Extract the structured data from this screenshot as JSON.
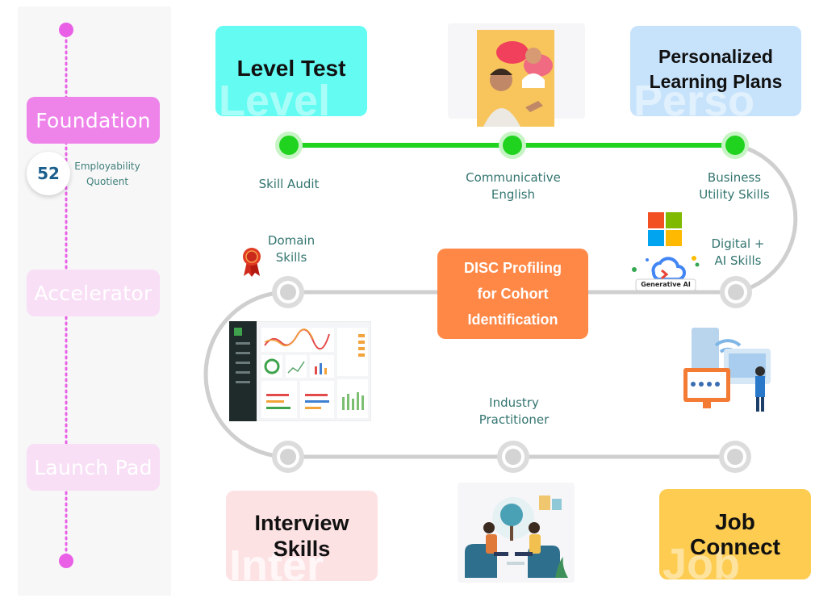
{
  "stages": {
    "foundation": "Foundation",
    "accelerator": "Accelerator",
    "launch_pad": "Launch Pad"
  },
  "eq": {
    "score": "52",
    "label_line1": "Employability",
    "label_line2": "Quotient"
  },
  "cards": {
    "level_test": {
      "title": "Level Test",
      "ghost": "Level"
    },
    "personalized": {
      "line1": "Personalized",
      "line2": "Learning Plans",
      "ghost": "Perso"
    },
    "disc": {
      "line1": "DISC Profiling",
      "line2": "for Cohort",
      "line3": "Identification"
    },
    "interview": {
      "line1": "Interview",
      "line2": "Skills",
      "ghost": "Inter"
    },
    "job": {
      "line1": "Job",
      "line2": "Connect",
      "ghost": "Job"
    }
  },
  "nodes": {
    "skill_audit": "Skill Audit",
    "communicative_1": "Communicative",
    "communicative_2": "English",
    "business_1": "Business",
    "business_2": "Utility Skills",
    "digital_1": "Digital +",
    "digital_2": "AI Skills",
    "domain_1": "Domain",
    "domain_2": "Skills",
    "industry_1": "Industry",
    "industry_2": "Practitioner"
  },
  "badges": {
    "generative_ai": "Generative AI"
  },
  "colors": {
    "stage_active": "#ee83ea",
    "stage_dim": "#f8dff6",
    "progress_green": "#1fd31f",
    "path_gray": "#cfcfcf",
    "level_test_card": "#63fbf2",
    "personalized_card": "#c7e3fc",
    "disc_card": "#ff8847",
    "interview_card": "#fde2e4",
    "job_card": "#fdcc50",
    "label_teal": "#337570"
  }
}
